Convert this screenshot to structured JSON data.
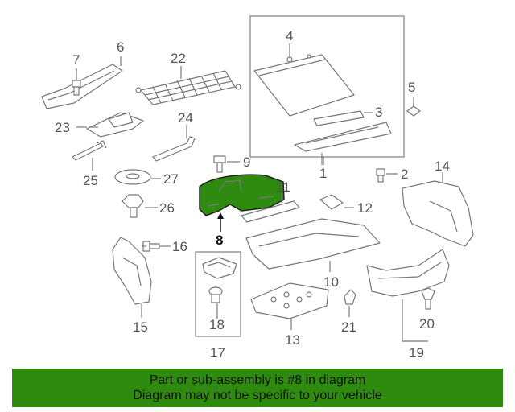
{
  "diagram": {
    "highlight_color": "#2e8b10",
    "callouts": {
      "c1": "1",
      "c2": "2",
      "c3": "3",
      "c4": "4",
      "c5": "5",
      "c6": "6",
      "c7": "7",
      "c8": "8",
      "c9": "9",
      "c10": "10",
      "c11": "11",
      "c12": "12",
      "c13": "13",
      "c14": "14",
      "c15": "15",
      "c16": "16",
      "c17": "17",
      "c18": "18",
      "c19": "19",
      "c20": "20",
      "c21": "21",
      "c22": "22",
      "c23": "23",
      "c24": "24",
      "c25": "25",
      "c26": "26",
      "c27": "27"
    }
  },
  "banner": {
    "line1": "Part or sub-assembly is #8 in diagram",
    "line2": "Diagram may not be specific to your vehicle",
    "color": "#2e8b10"
  }
}
